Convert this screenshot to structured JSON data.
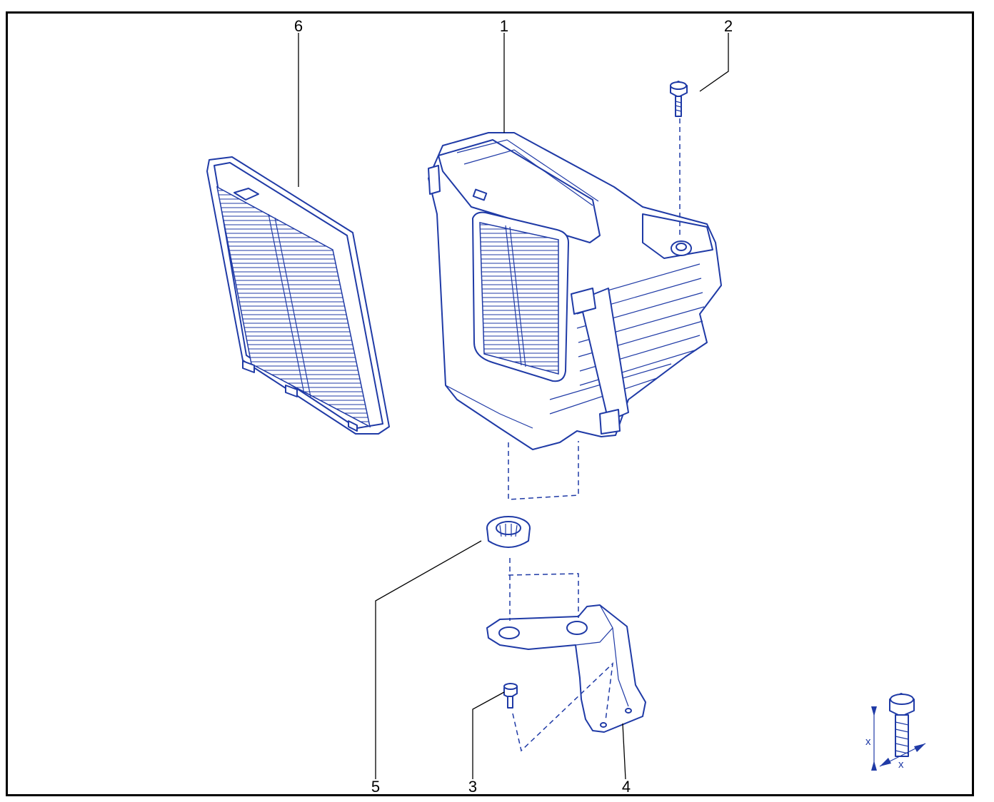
{
  "callouts": {
    "c1": "1",
    "c2": "2",
    "c3": "3",
    "c4": "4",
    "c5": "5",
    "c6": "6"
  },
  "torque_symbol": {
    "label_height": "x",
    "label_width": "x"
  },
  "colors": {
    "line": "#1f3aa6",
    "leader": "#000000",
    "frame": "#000000"
  }
}
